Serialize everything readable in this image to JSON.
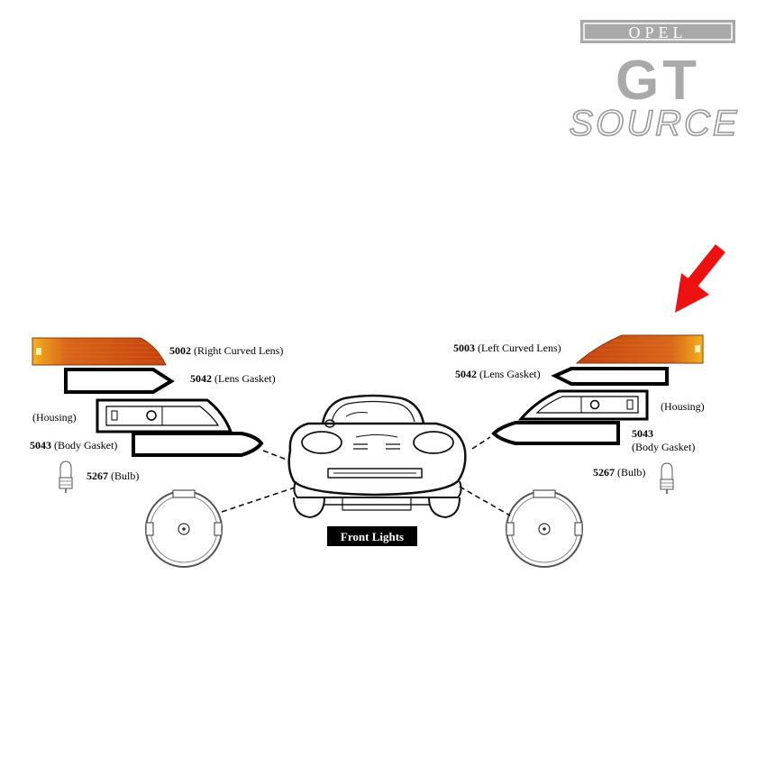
{
  "logo": {
    "line1": "OPEL",
    "line2": "GT",
    "line3": "SOURCE"
  },
  "parts_left": {
    "lens": {
      "number": "5002",
      "desc": " (Right Curved Lens)"
    },
    "lens_gasket": {
      "number": "5042",
      "desc": " (Lens Gasket)"
    },
    "housing": {
      "desc": "(Housing)"
    },
    "body_gasket": {
      "number": "5043",
      "desc": " (Body Gasket)"
    },
    "bulb": {
      "number": "5267",
      "desc": " (Bulb)"
    }
  },
  "parts_right": {
    "lens": {
      "number": "5003",
      "desc": " (Left Curved Lens)"
    },
    "lens_gasket": {
      "number": "5042",
      "desc": " (Lens Gasket)"
    },
    "housing": {
      "desc": "(Housing)"
    },
    "body_gasket": {
      "number": "5043",
      "desc": "(Body Gasket)"
    },
    "bulb": {
      "number": "5267",
      "desc": " (Bulb)"
    }
  },
  "caption": "Front Lights",
  "colors": {
    "amber_light": "#f4b21c",
    "amber_dark": "#c4420e",
    "arrow_red": "#ee1111",
    "logo_gray": "#a9a9a9",
    "caption_bg": "#000000"
  }
}
